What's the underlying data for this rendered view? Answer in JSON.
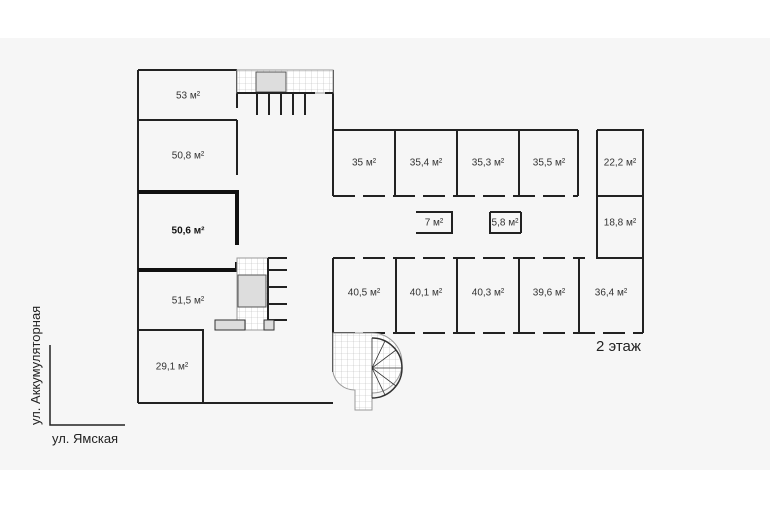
{
  "floor_label": "2 этаж",
  "streets": {
    "vertical": "ул. Аккумуляторная",
    "horizontal": "ул. Ямская"
  },
  "rooms": [
    {
      "id": "r53",
      "area": "53 м²"
    },
    {
      "id": "r508",
      "area": "50,8 м²"
    },
    {
      "id": "r506",
      "area": "50,6 м²",
      "highlighted": true
    },
    {
      "id": "r515",
      "area": "51,5 м²"
    },
    {
      "id": "r291",
      "area": "29,1 м²"
    },
    {
      "id": "r35",
      "area": "35 м²"
    },
    {
      "id": "r354",
      "area": "35,4 м²"
    },
    {
      "id": "r353",
      "area": "35,3 м²"
    },
    {
      "id": "r355",
      "area": "35,5 м²"
    },
    {
      "id": "r222",
      "area": "22,2 м²"
    },
    {
      "id": "r7",
      "area": "7 м²"
    },
    {
      "id": "r58",
      "area": "5,8 м²"
    },
    {
      "id": "r188",
      "area": "18,8 м²"
    },
    {
      "id": "r405",
      "area": "40,5 м²"
    },
    {
      "id": "r401",
      "area": "40,1 м²"
    },
    {
      "id": "r403",
      "area": "40,3 м²"
    },
    {
      "id": "r396",
      "area": "39,6 м²"
    },
    {
      "id": "r364",
      "area": "36,4 м²"
    }
  ]
}
